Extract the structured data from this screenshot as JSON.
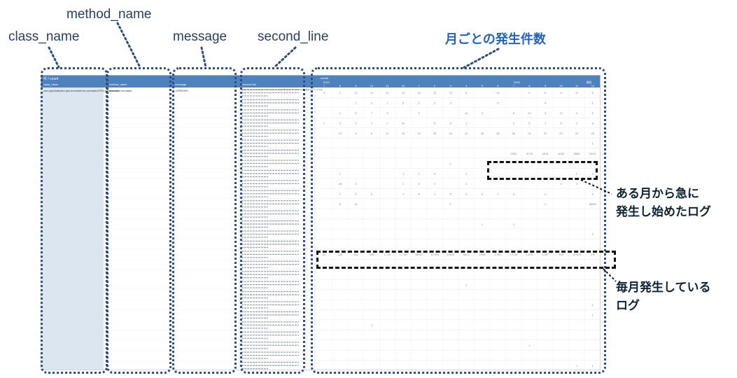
{
  "annotations": {
    "class_name": "class_name",
    "method_name": "method_name",
    "message": "message",
    "second_line": "second_line",
    "monthly_counts": "月ごとの発生件数",
    "sudden_note_1": "ある月から急に",
    "sudden_note_2": "発生し始めたログ",
    "monthly_note_1": "毎月発生している",
    "monthly_note_2": "ログ"
  },
  "table": {
    "header": {
      "top_left": "件 / count",
      "col_class": "class_name",
      "col_method": "method_name",
      "col_message": "message",
      "col_second": "second line",
      "months_label": "month",
      "year_a": "2014",
      "year_b": "2015",
      "total_label": "総計"
    },
    "first_row": {
      "class_name": "com.gmobakuten.pss.ecommerce.command.PGLKExecution",
      "method_name": "executeCommand",
      "message": "<ERROR>"
    },
    "second_line_text": "[batchmsr] com.gmobakuten.ecommerce.command.Exception: E-CHK-001 既に存在するデータです。",
    "month_headers": [
      "7",
      "8",
      "9",
      "10",
      "11",
      "12",
      "1",
      "2",
      "3",
      "4",
      "5",
      "6",
      "7",
      "8",
      "9",
      "10",
      "11",
      "12"
    ],
    "rows": [
      [
        "3",
        "3",
        "12",
        "10",
        "21",
        "14",
        "13",
        "12",
        "13",
        "8",
        "",
        "14",
        "",
        "5",
        "6",
        "5",
        "17",
        "9"
      ],
      [
        "",
        "",
        "1",
        "2",
        "1",
        "5",
        "1",
        "2",
        "3",
        "",
        "",
        "5",
        "",
        "",
        "4",
        "",
        "",
        "1"
      ],
      [
        "",
        "4",
        "5",
        "7",
        "5",
        "",
        "2",
        "",
        "",
        "14",
        "4",
        "",
        "6",
        "10",
        "4",
        "17",
        "4",
        "9"
      ],
      [
        "1",
        "3",
        "5",
        "1",
        "7",
        "10",
        "",
        "9",
        "8",
        "1",
        "",
        "",
        "2",
        "5",
        "1",
        "5",
        "2",
        "8"
      ],
      [
        "",
        "13",
        "3",
        "6",
        "11",
        "13",
        "22",
        "32",
        "54",
        "42",
        "46",
        "35",
        "26",
        "25",
        "37",
        "22",
        "24",
        "45"
      ],
      [
        "",
        "",
        "",
        "",
        "",
        "",
        "",
        "",
        "",
        "",
        "",
        "",
        "",
        "",
        "",
        "",
        "",
        "1"
      ],
      [
        "",
        "",
        "",
        "",
        "",
        "",
        "",
        "",
        "",
        "",
        "",
        "",
        "2304",
        "3076",
        "3914",
        "4032",
        "2685",
        "3041"
      ],
      [
        "",
        "",
        "",
        "",
        "",
        "",
        "",
        "",
        "2",
        "",
        "",
        "",
        "",
        "",
        "",
        "",
        "",
        ""
      ],
      [
        "",
        "1",
        "",
        "",
        "",
        "1",
        "1",
        "4",
        "",
        "1",
        "",
        "",
        "",
        "",
        "",
        "",
        "2",
        "3"
      ],
      [
        "",
        "28",
        "2",
        "",
        "",
        "1",
        "5",
        "2",
        "",
        "1",
        "",
        "",
        "",
        "",
        "",
        "3",
        "2",
        "1"
      ],
      [
        "",
        "1",
        "2",
        "9",
        "",
        "1",
        "8",
        "1",
        "5",
        "2",
        "4",
        "1",
        "3",
        "",
        "2",
        "",
        "",
        "6"
      ],
      [
        "",
        "8",
        "11",
        "",
        "",
        "",
        "",
        "",
        "1",
        "",
        "",
        "",
        "",
        "",
        "1",
        "",
        "",
        "56/89"
      ],
      [
        "",
        "",
        "",
        "",
        "",
        "",
        "",
        "",
        "",
        "",
        "",
        "",
        "",
        "",
        "",
        "",
        "",
        ""
      ],
      [
        "",
        "",
        "",
        "",
        "",
        "",
        "",
        "",
        "",
        "",
        "1",
        "",
        "1",
        "",
        "",
        "",
        "",
        ""
      ],
      [
        "",
        "",
        "",
        "",
        "",
        "",
        "",
        "",
        "",
        "",
        "",
        "",
        "",
        "",
        "",
        "",
        "",
        "2"
      ],
      [
        "",
        "",
        "",
        "",
        "",
        "",
        "",
        "",
        "",
        "",
        "",
        "",
        "",
        "",
        "",
        "",
        "",
        ""
      ],
      [
        "31",
        "325",
        "192",
        "189",
        "17.20",
        "1,7.08",
        "89.02",
        "11.909",
        "10600",
        "6671",
        "1028",
        "1,081",
        "1,1,16",
        "1,675",
        "1,267",
        "909",
        "10,676",
        "1,8"
      ],
      [
        "",
        "",
        "",
        "",
        "",
        "",
        "",
        "",
        "",
        "",
        "",
        "",
        "",
        "",
        "",
        "",
        "",
        ""
      ],
      [
        "",
        "",
        "",
        "",
        "",
        "",
        "",
        "",
        "",
        "",
        "",
        "",
        "",
        "",
        "",
        "",
        "",
        ""
      ],
      [
        "",
        "",
        "",
        "",
        "",
        "",
        "",
        "",
        "",
        "2",
        "",
        "",
        "",
        "",
        "",
        "",
        "",
        ""
      ],
      [
        "",
        "",
        "",
        "",
        "",
        "",
        "",
        "",
        "",
        "",
        "",
        "",
        "",
        "",
        "",
        "",
        "",
        ""
      ],
      [
        "",
        "",
        "",
        "",
        "",
        "",
        "",
        "",
        "",
        "",
        "",
        "",
        "",
        "",
        "",
        "",
        "",
        "1"
      ],
      [
        "",
        "",
        "",
        "",
        "",
        "",
        "",
        "",
        "",
        "",
        "",
        "",
        "",
        "",
        "",
        "",
        "",
        "1"
      ],
      [
        "",
        "",
        "",
        "1",
        "",
        "",
        "",
        "",
        "",
        "",
        "",
        "",
        "",
        "",
        "",
        "",
        "",
        ""
      ],
      [
        "",
        "",
        "",
        "",
        "",
        "",
        "",
        "",
        "",
        "",
        "",
        "",
        "",
        "",
        "",
        "",
        "",
        ""
      ],
      [
        "",
        "",
        "",
        "",
        "",
        "",
        "",
        "",
        "",
        "",
        "",
        "",
        "",
        "1",
        "",
        "",
        "",
        ""
      ],
      [
        "",
        "",
        "",
        "",
        "",
        "",
        "",
        "",
        "",
        "",
        "",
        "",
        "",
        "",
        "",
        "",
        "",
        ""
      ],
      [
        "",
        "",
        "",
        "",
        "",
        "",
        "",
        "",
        "",
        "",
        "",
        "",
        "",
        "",
        "",
        "",
        "1",
        "1"
      ]
    ]
  },
  "colors": {
    "header_blue": "#4f81bd",
    "class_col_fill": "#dce6f0",
    "frame": "#2e4d7a",
    "label_blue": "#2463b8"
  }
}
